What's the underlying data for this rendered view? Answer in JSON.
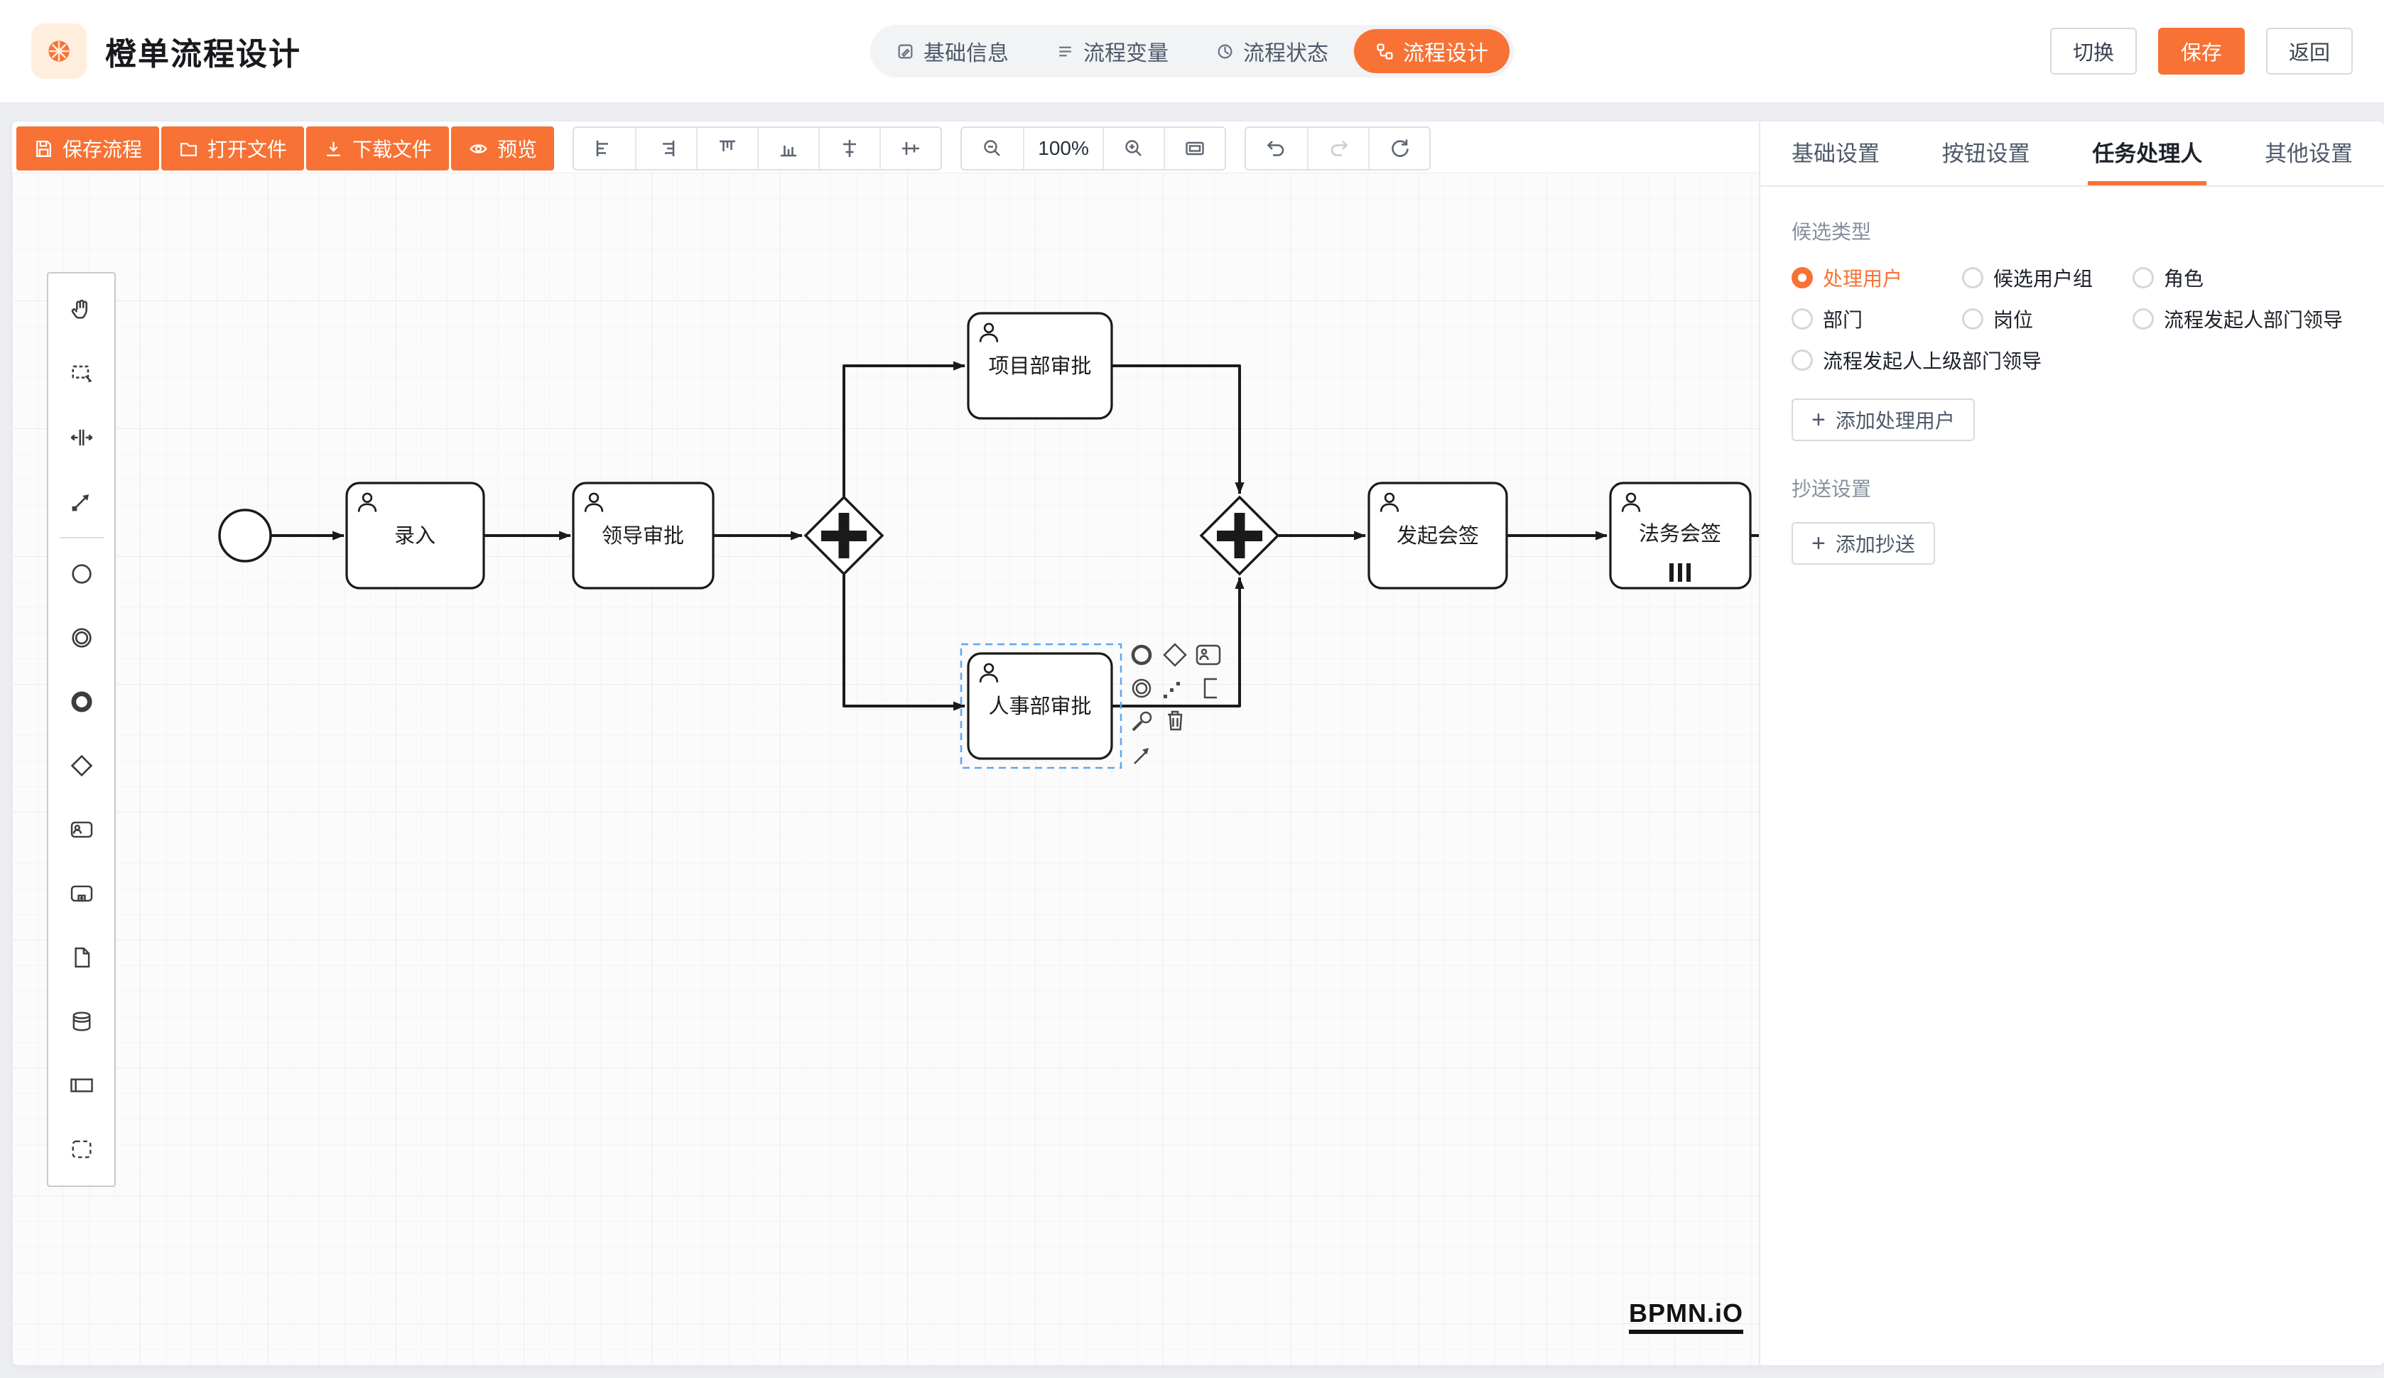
{
  "colors": {
    "accent": "#f77234"
  },
  "header": {
    "title": "橙单流程设计",
    "nav": [
      {
        "label": "基础信息"
      },
      {
        "label": "流程变量"
      },
      {
        "label": "流程状态"
      },
      {
        "label": "流程设计"
      }
    ],
    "actions": {
      "switch": "切换",
      "save": "保存",
      "back": "返回"
    }
  },
  "toolbar": {
    "save_flow": "保存流程",
    "open_file": "打开文件",
    "download_file": "下载文件",
    "preview": "预览",
    "zoom_level": "100%"
  },
  "canvas": {
    "nodes": [
      {
        "label": "录入"
      },
      {
        "label": "领导审批"
      },
      {
        "label": "项目部审批"
      },
      {
        "label": "人事部审批"
      },
      {
        "label": "发起会签"
      },
      {
        "label": "法务会签"
      }
    ],
    "watermark": "BPMN.iO"
  },
  "panel": {
    "tabs": [
      {
        "label": "基础设置"
      },
      {
        "label": "按钮设置"
      },
      {
        "label": "任务处理人"
      },
      {
        "label": "其他设置"
      }
    ],
    "candidate_section": "候选类型",
    "radios": [
      {
        "label": "处理用户",
        "checked": true
      },
      {
        "label": "候选用户组"
      },
      {
        "label": "角色"
      },
      {
        "label": "部门"
      },
      {
        "label": "岗位"
      },
      {
        "label": "流程发起人部门领导"
      },
      {
        "label": "流程发起人上级部门领导"
      }
    ],
    "add_handler": "添加处理用户",
    "cc_section": "抄送设置",
    "add_cc": "添加抄送",
    "plus": "+"
  }
}
